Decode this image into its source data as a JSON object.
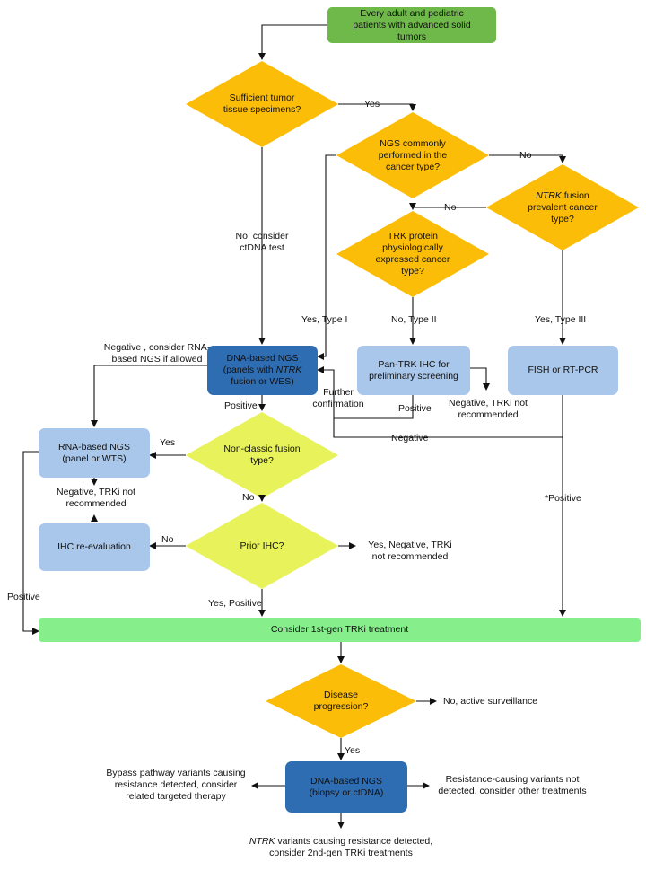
{
  "nodes": {
    "start": "Every adult and pediatric patients with advanced solid tumors",
    "q_tissue": "Sufficient tumor tissue specimens?",
    "q_ngs_common": "NGS commonly performed in the cancer type?",
    "q_ntrk_prevalent_italic": "NTRK",
    "q_ntrk_prevalent_rest": "fusion prevalent cancer type?",
    "q_trk_protein": "TRK protein physiologically expressed cancer type?",
    "dna_ngs_pre": "DNA-based NGS (panels with",
    "dna_ngs_italic": "NTRK",
    "dna_ngs_post": "fusion or WES)",
    "pan_trk": "Pan-TRK IHC for preliminary screening",
    "fish": "FISH or RT-PCR",
    "rna_ngs": "RNA-based NGS (panel or WTS)",
    "q_nonclassic": "Non-classic fusion type?",
    "ihc_reeval": "IHC re-evaluation",
    "q_prior_ihc": "Prior IHC?",
    "consider_1st": "Consider 1st-gen TRKi treatment",
    "q_progression": "Disease progression?",
    "dna_ngs_biopsy": "DNA-based NGS (biopsy or ctDNA)"
  },
  "edge_labels": {
    "yes_tissue": "Yes",
    "no_consider_ctdna": "No, consider ctDNA test",
    "no_ngs_common": "No",
    "no_ntrk_prevalent": "No",
    "yes_type_1": "Yes, Type I",
    "no_type_2": "No, Type II",
    "yes_type_3": "Yes, Type III",
    "negative_consider_rna": "Negative , consider RNA-based NGS if allowed",
    "positive_dna": "Positive",
    "further_confirmation": "Further confirmation",
    "positive_pantrk": "Positive",
    "negative_trki_1": "Negative, TRKi not recommended",
    "negative_fish": "Negative",
    "yes_nonclassic": "Yes",
    "negative_trki_2": "Negative, TRKi not recommended",
    "no_nonclassic": "No",
    "no_prior_ihc": "No",
    "yes_negative_trki": "Yes, Negative, TRKi not recommended",
    "star_positive": "*Positive",
    "positive_left": "Positive",
    "yes_positive": "Yes, Positive",
    "no_active_surveillance": "No, active surveillance",
    "yes_progression": "Yes"
  },
  "outcomes": {
    "bypass": "Bypass pathway variants causing resistance detected, consider related targeted therapy",
    "not_detected": "Resistance-causing variants not detected, consider other treatments",
    "ntrk_variants_italic": "NTRK",
    "ntrk_variants_rest": "variants causing resistance detected, consider 2nd-gen TRKi treatments"
  },
  "colors": {
    "decision_orange": "#fbbd08",
    "decision_yellow": "#e8f25a",
    "start_green": "#6fb84a",
    "treatment_green": "#86ef8c",
    "process_lightblue": "#a9c7ea",
    "process_darkblue": "#2f6db3"
  }
}
